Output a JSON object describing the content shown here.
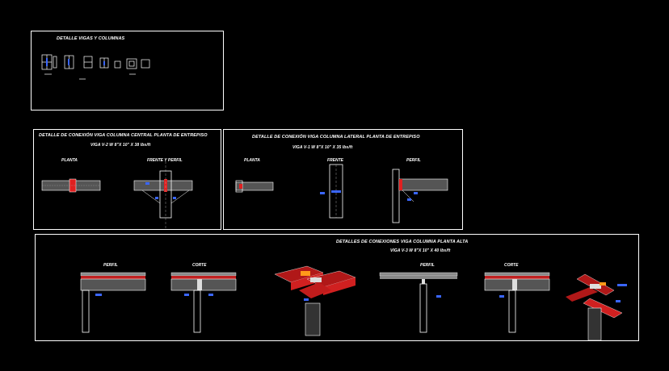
{
  "drawing": {
    "background": "#000000",
    "line_color": "#ffffff",
    "accent_red": "#ff2020",
    "accent_blue": "#3a66ff",
    "accent_orange": "#ff9a1a"
  },
  "panel_top": {
    "title": "DETALLE VIGAS Y COLUMNAS"
  },
  "panel_central": {
    "title": "DETALLE DE CONEXIÓN VIGA COLUMNA CENTRAL PLANTA DE ENTREPISO",
    "subtitle": "VIGA V-2 W 8\"X 10\" X 38 lbs/ft",
    "view_plan": "PLANTA",
    "view_front_profile": "FRENTE Y PERFIL"
  },
  "panel_lateral": {
    "title": "DETALLE DE CONEXIÓN VIGA COLUMNA LATERAL PLANTA DE ENTREPISO",
    "subtitle": "VIGA V-1 W 8\"X 10\" X 35 lbs/ft",
    "view_plan": "PLANTA",
    "view_front": "FRENTE",
    "view_profile": "PERFIL"
  },
  "panel_bottom": {
    "title": "DETALLES DE CONEXIONES VIGA COLUMNA  PLANTA ALTA",
    "subtitle": "VIGA V-3 W 8\"X 10\" X 40 lbs/ft",
    "view_profile_left": "PERFIL",
    "view_section_left": "CORTE",
    "view_profile_right": "PERFIL",
    "view_section_right": "CORTE"
  }
}
